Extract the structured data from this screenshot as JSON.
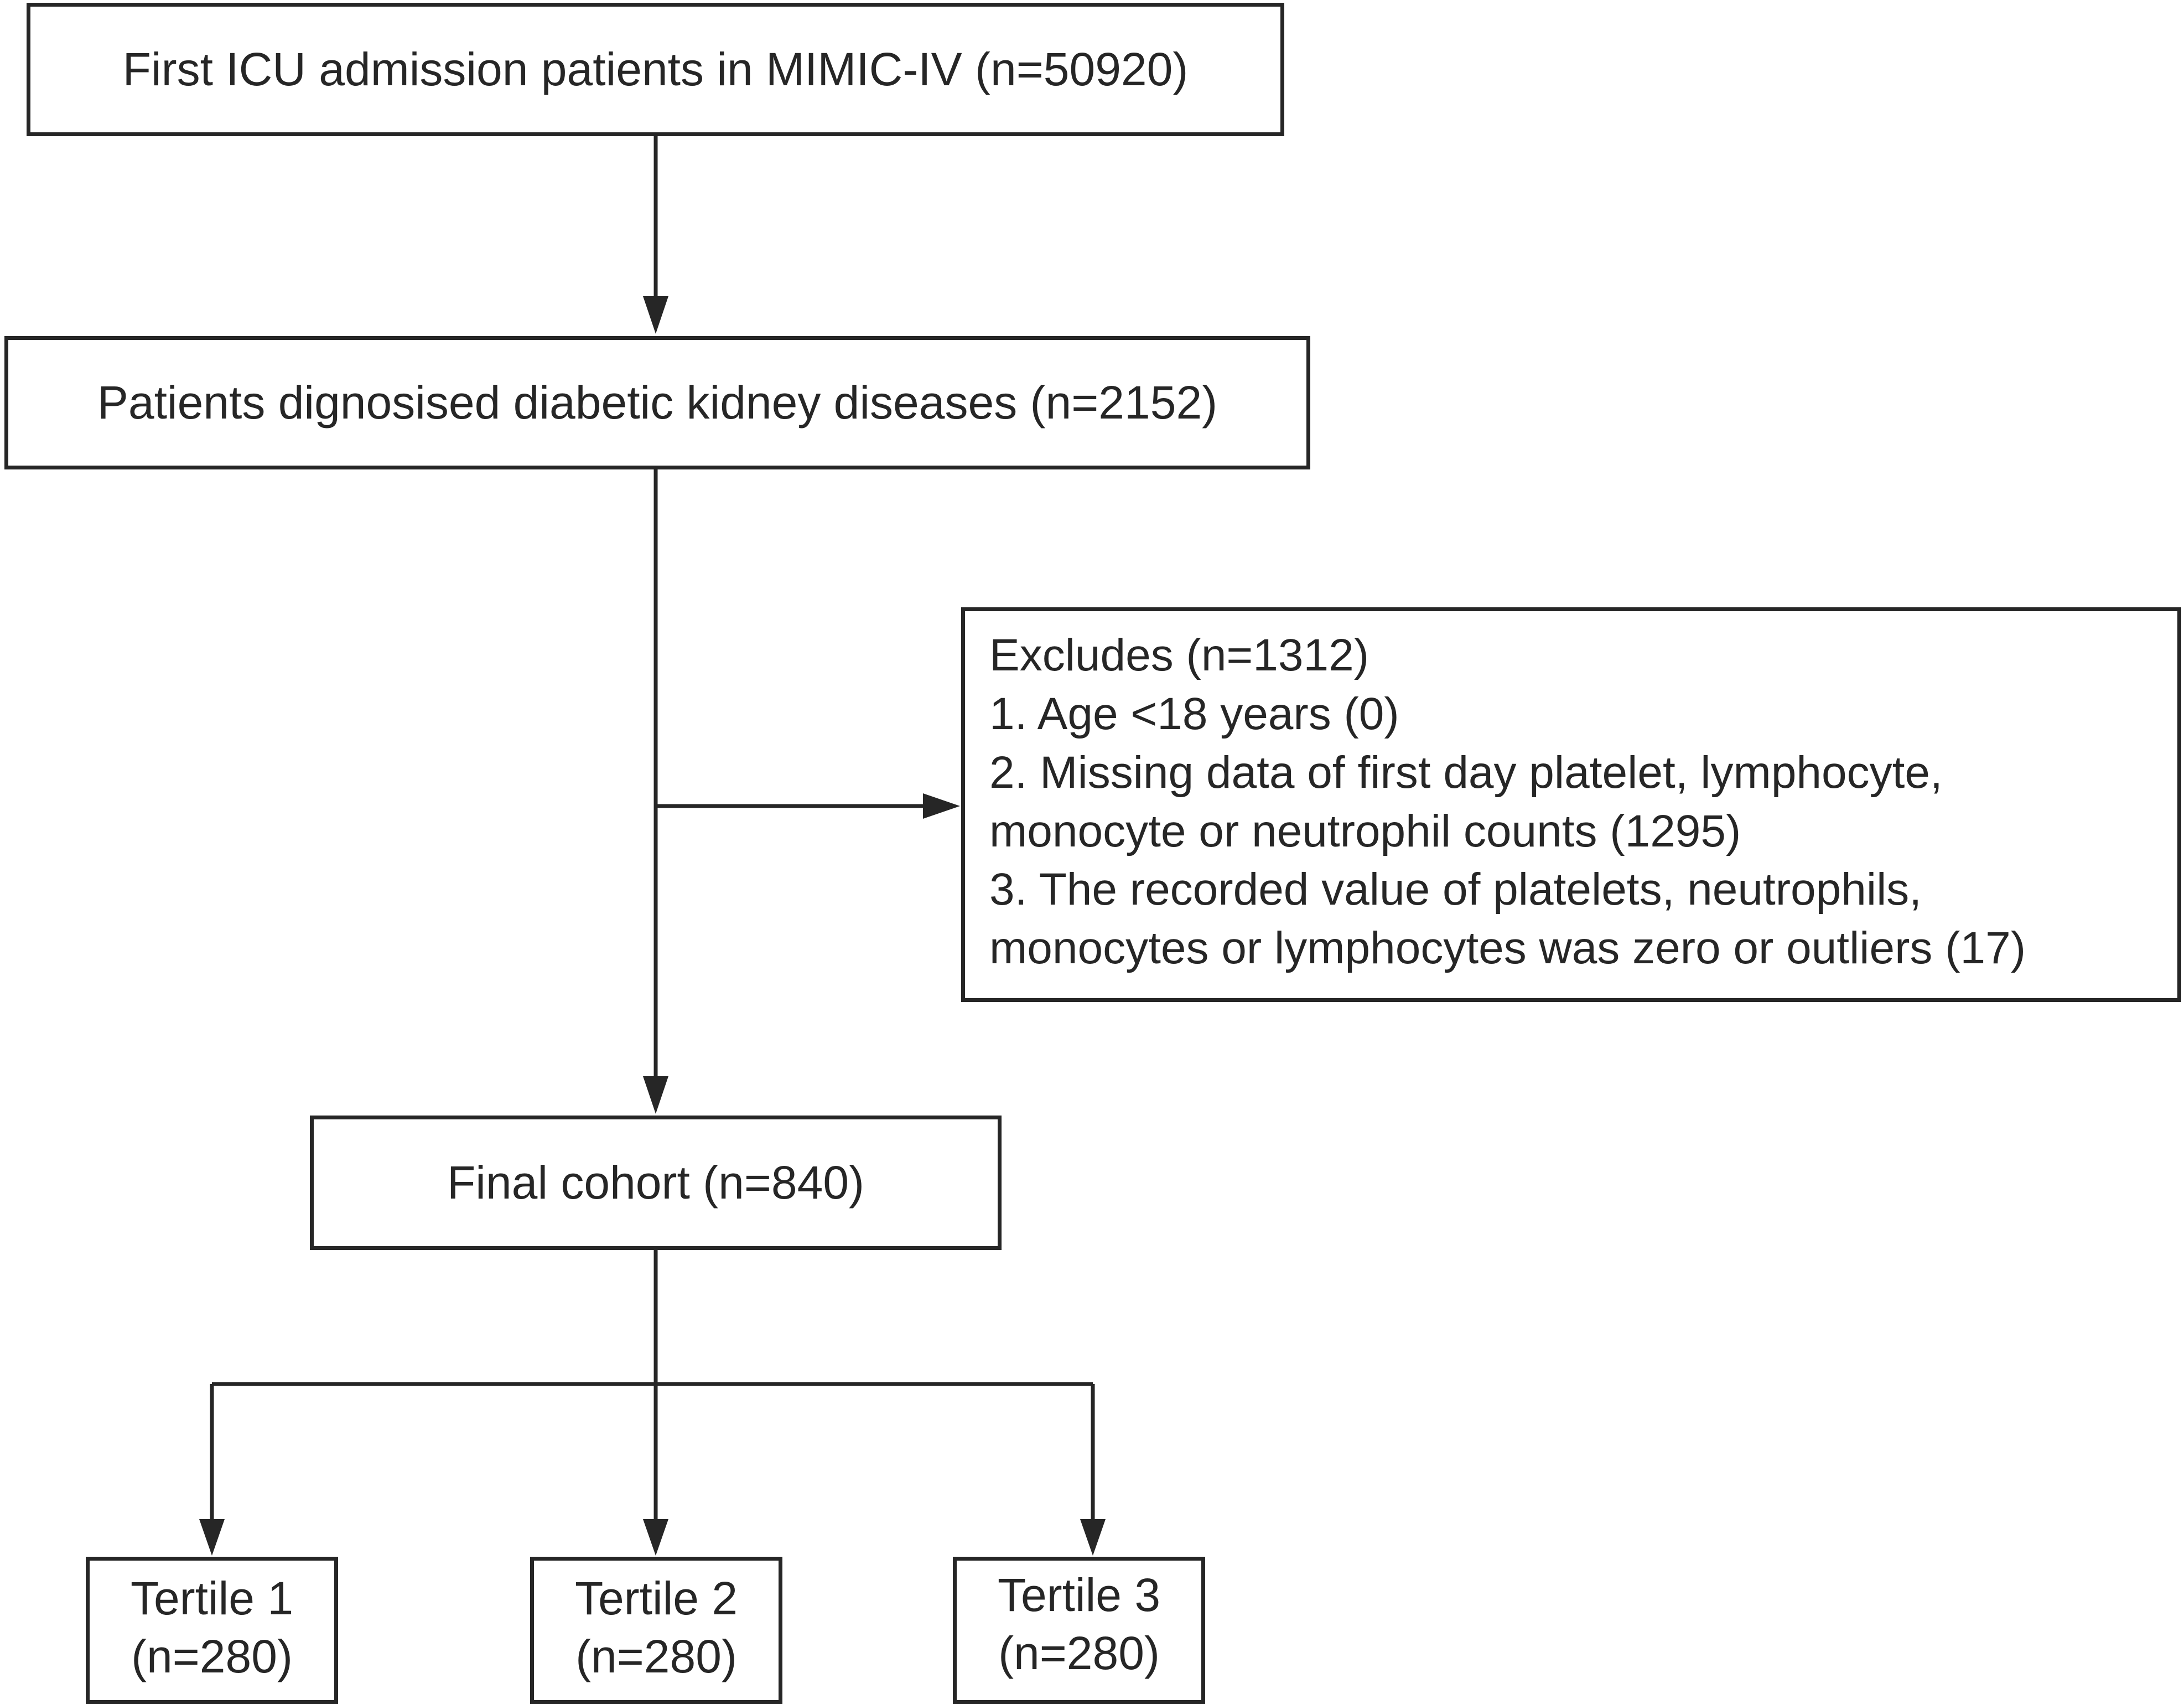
{
  "boxes": {
    "first_icu": "First ICU admission patients  in MIMIC-IV (n=50920)",
    "dkd": "Patients dignosised diabetic kidney diseases (n=2152)",
    "excludes": {
      "title": "Excludes (n=1312)",
      "items": [
        "1. Age <18 years (0)",
        "2. Missing data of  first day platelet, lymphocyte,",
        "monocyte or neutrophil counts (1295)",
        "3. The recorded value of platelets, neutrophils,",
        "monocytes or lymphocytes was zero or outliers (17)"
      ]
    },
    "final_cohort": "Final cohort (n=840)",
    "tertiles": [
      {
        "label": "Tertile 1",
        "count": "(n=280)"
      },
      {
        "label": "Tertile 2",
        "count": "(n=280)"
      },
      {
        "label": "Tertile 3",
        "count": "(n=280)"
      }
    ]
  },
  "colors": {
    "stroke": "#262626",
    "background": "#ffffff",
    "text": "#262626"
  }
}
